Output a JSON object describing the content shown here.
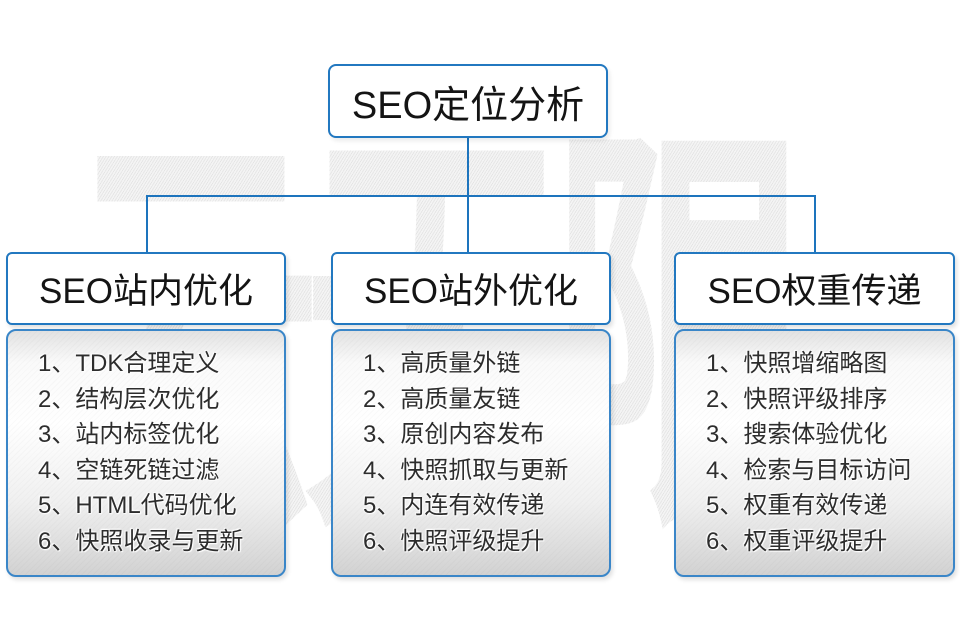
{
  "watermark": {
    "text": "云无限"
  },
  "root": {
    "title": "SEO定位分析"
  },
  "columns": [
    {
      "title": "SEO站内优化",
      "items": [
        "1、TDK合理定义",
        "2、结构层次优化",
        "3、站内标签优化",
        "4、空链死链过滤",
        "5、HTML代码优化",
        "6、快照收录与更新"
      ]
    },
    {
      "title": "SEO站外优化",
      "items": [
        "1、高质量外链",
        "2、高质量友链",
        "3、原创内容发布",
        "4、快照抓取与更新",
        "5、内连有效传递",
        "6、快照评级提升"
      ]
    },
    {
      "title": "SEO权重传递",
      "items": [
        "1、快照增缩略图",
        "2、快照评级排序",
        "3、搜索体验优化",
        "4、检索与目标访问",
        "5、权重有效传递",
        "6、权重评级提升"
      ]
    }
  ],
  "colors": {
    "connector_blue": "#1d74bd",
    "box_border_blue": "#2278c0",
    "list_border_blue": "#3a86c8",
    "watermark_gray": "#e8e8e8"
  }
}
